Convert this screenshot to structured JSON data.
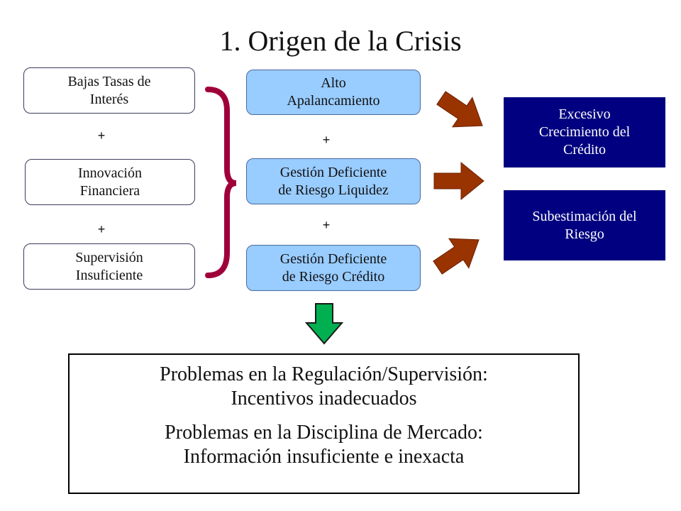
{
  "title": "1. Origen de la Crisis",
  "left_boxes": [
    {
      "label": "Bajas Tasas de\nInterés"
    },
    {
      "label": "Innovación\nFinanciera"
    },
    {
      "label": "Supervisión\nInsuficiente"
    }
  ],
  "mid_boxes": [
    {
      "label": "Alto\nApalancamiento"
    },
    {
      "label": "Gestión Deficiente\nde Riesgo Liquidez"
    },
    {
      "label": "Gestión Deficiente\nde Riesgo Crédito"
    }
  ],
  "right_boxes": [
    {
      "label": "Excesivo\nCrecimiento del\nCrédito"
    },
    {
      "label": "Subestimación del\nRiesgo"
    }
  ],
  "plus_sign": "+",
  "conclusion": {
    "line1": "Problemas en la Regulación/Supervisión:\nIncentivos inadecuados",
    "line2": "Problemas en la Disciplina de Mercado:\nInformación insuficiente e inexacta"
  },
  "colors": {
    "mid_fill": "#99ccff",
    "right_fill": "#000080",
    "brace": "#a0003a",
    "arrow": "#993300",
    "down_arrow": "#00b050"
  }
}
